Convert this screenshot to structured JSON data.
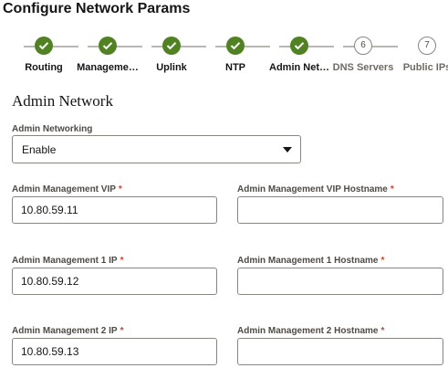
{
  "page": {
    "title": "Configure Network Params"
  },
  "stepper": {
    "steps": [
      {
        "label": "Routing",
        "status": "complete"
      },
      {
        "label": "Manageme…",
        "status": "complete"
      },
      {
        "label": "Uplink",
        "status": "complete"
      },
      {
        "label": "NTP",
        "status": "complete"
      },
      {
        "label": "Admin Net…",
        "status": "complete"
      },
      {
        "label": "DNS Servers",
        "status": "pending",
        "number": "6"
      },
      {
        "label": "Public IPs",
        "status": "pending",
        "number": "7"
      }
    ],
    "colors": {
      "complete": "#508223",
      "pending_border": "#8b8580"
    }
  },
  "section": {
    "title": "Admin Network"
  },
  "admin_networking": {
    "label": "Admin Networking",
    "value": "Enable"
  },
  "fields": {
    "vip": {
      "label": "Admin Management VIP",
      "required": "*",
      "value": "10.80.59.11"
    },
    "vip_hostname": {
      "label": "Admin Management VIP Hostname",
      "required": "*",
      "value": ""
    },
    "ip1": {
      "label": "Admin Management 1 IP",
      "required": "*",
      "value": "10.80.59.12"
    },
    "ip1_hostname": {
      "label": "Admin Management 1 Hostname",
      "required": "*",
      "value": ""
    },
    "ip2": {
      "label": "Admin Management 2 IP",
      "required": "*",
      "value": "10.80.59.13"
    },
    "ip2_hostname": {
      "label": "Admin Management 2 Hostname",
      "required": "*",
      "value": ""
    }
  }
}
